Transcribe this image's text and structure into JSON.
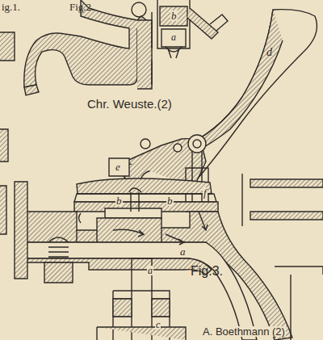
{
  "diagram": {
    "labels": [
      "ig.1.",
      "Fig.2.",
      "b",
      "a",
      "d",
      "Chr. Weuste.(2)",
      "e",
      "b",
      "b",
      "f",
      "a",
      "Fig.3.",
      "a",
      "c",
      "A. Boethmann (2)"
    ]
  }
}
